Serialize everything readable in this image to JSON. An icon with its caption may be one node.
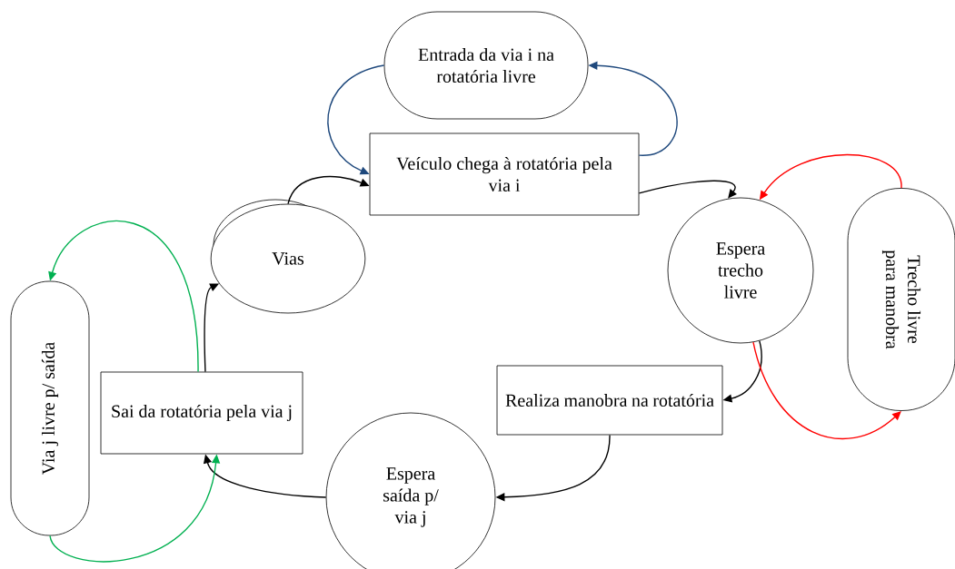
{
  "diagram": {
    "nodes": [
      {
        "text": [
          "Entrada da via i na rotatória livre"
        ]
      },
      {
        "text": [
          "Veículo chega à rotatória pela via i"
        ]
      },
      {
        "text": [
          "Espera trecho livre"
        ]
      },
      {
        "text": [
          "Trecho livre para manobra"
        ]
      },
      {
        "text": [
          "Realiza manobra na rotatória"
        ]
      },
      {
        "text": [
          "Espera saída p/ via j"
        ]
      },
      {
        "text": [
          "Sai da rotatória pela via j"
        ]
      },
      {
        "text": [
          "Via j livre p/ saída"
        ]
      },
      {
        "text": [
          "Vias"
        ]
      }
    ],
    "edges": [
      {
        "from": 0,
        "to": 1,
        "arrow": "to",
        "color": "#1f497d"
      },
      {
        "from": 1,
        "to": 0,
        "arrow": "to",
        "color": "#1f497d"
      },
      {
        "from": 1,
        "to": 2,
        "arrow": "to"
      },
      {
        "from": 3,
        "to": 2,
        "arrow": "to",
        "color": "#ff0000"
      },
      {
        "from": 2,
        "to": 4,
        "arrow": "to"
      },
      {
        "from": 2,
        "to": 3,
        "arrow": "to",
        "color": "#ff0000"
      },
      {
        "from": 4,
        "to": 5,
        "arrow": "to"
      },
      {
        "from": 5,
        "to": 6,
        "arrow": "to"
      },
      {
        "from": 6,
        "to": 8,
        "arrow": "to"
      },
      {
        "from": 8,
        "to": 1,
        "arrow": "to"
      },
      {
        "from": 6,
        "to": 7,
        "arrow": "to",
        "color": "#00b050"
      },
      {
        "from": 7,
        "to": 6,
        "arrow": "to",
        "color": "#00b050"
      }
    ]
  }
}
